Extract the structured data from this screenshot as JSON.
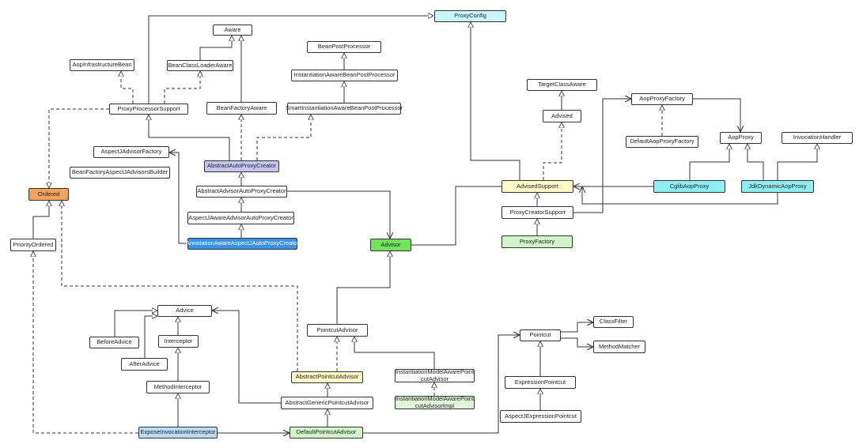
{
  "diagram": {
    "nodes": {
      "ProxyConfig": "ProxyConfig",
      "Aware": "Aware",
      "BeanPostProcessor": "BeanPostProcessor",
      "AopInfrastructureBean": "AopInfrastructureBean",
      "BeanClassLoaderAware": "BeanClassLoaderAware",
      "InstantiationAwareBeanPostProcessor": "InstantiationAwareBeanPostProcessor",
      "TargetClassAware": "TargetClassAware",
      "AopProxyFactory": "AopProxyFactory",
      "ProxyProcessorSupport": "ProxyProcessorSupport",
      "BeanFactoryAware": "BeanFactoryAware",
      "SmartInstantiationAwareBeanPostProcessor": "SmartInstantiationAwareBeanPostProcessor",
      "Advised": "Advised",
      "InvocationHandler": "InvocationHandler",
      "AopProxy": "AopProxy",
      "DefaultAopProxyFactory": "DefaultAopProxyFactory",
      "AspectJAdvisorFactory": "AspectJAdvisorFactory",
      "AbstractAutoProxyCreator": "AbstractAutoProxyCreator",
      "BeanFactoryAspectJAdvisorsBuilder": "BeanFactoryAspectJAdvisorsBuilder",
      "Ordered": "Ordered",
      "AbstractAdvisorAutoProxyCreator": "AbstractAdvisorAutoProxyCreator",
      "AdvisedSupport": "AdvisedSupport",
      "CglibAopProxy": "CglibAopProxy",
      "JdkDynamicAopProxy": "JdkDynamicAopProxy",
      "ProxyCreatorSupport": "ProxyCreatorSupport",
      "AspectJAwareAdvisorAutoProxyCreator": "AspectJAwareAdvisorAutoProxyCreator",
      "ProxyFactory": "ProxyFactory",
      "PriorityOrdered": "PriorityOrdered",
      "AnnotationAwareAspectJAutoProxyCreator": "AnnotationAwareAspectJAutoProxyCreator",
      "Advisor": "Advisor",
      "Advice": "Advice",
      "ClassFilter": "ClassFilter",
      "PointcutAdvisor": "PointcutAdvisor",
      "Pointcut": "Pointcut",
      "BeforeAdvice": "BeforeAdvice",
      "Interceptor": "Interceptor",
      "MethodMatcher": "MethodMatcher",
      "AfterAdvice": "AfterAdvice",
      "InstantiationModelAwarePointcutAdvisor": "InstantiationModelAwarePoint cutAdvisor",
      "AbstractPointcutAdvisor": "AbstractPointcutAdvisor",
      "ExpressionPointcut": "ExpressionPointcut",
      "MethodInterceptor": "MethodInterceptor",
      "InstantiationModelAwarePointcutAdvisorImpl": "InstantiationModelAwarePoint cutAdvisorImpl",
      "AbstractGenericPointcutAdvisor": "AbstractGenericPointcutAdvisor",
      "AspectJExpressionPointcut": "AspectJExpressionPointcut",
      "ExposeInvocationInterceptor": "ExposeInvocationInterceptor",
      "DefaultPointcutAdvisor": "DefaultPointcutAdvisor"
    },
    "colors": {
      "ProxyConfig": "#c9f7f9",
      "Ordered": "#f5a25a",
      "AbstractAutoProxyCreator": "#c7c4f3",
      "AnnotationAwareAspectJAutoProxyCreator": "#3b93e8",
      "Advisor": "#73e35e",
      "AdvisedSupport": "#fffbc9",
      "CglibAopProxy": "#8eeef3",
      "JdkDynamicAopProxy": "#8eeef3",
      "ProxyFactory": "#d2f4c9",
      "AbstractPointcutAdvisor": "#fffbc9",
      "InstantiationModelAwarePointcutAdvisorImpl": "#d2f4c9",
      "ExposeInvocationInterceptor": "#bcdcf5",
      "DefaultPointcutAdvisor": "#d2f4c9"
    },
    "relationship_types": [
      "extends",
      "implements",
      "association",
      "aggregation"
    ]
  }
}
